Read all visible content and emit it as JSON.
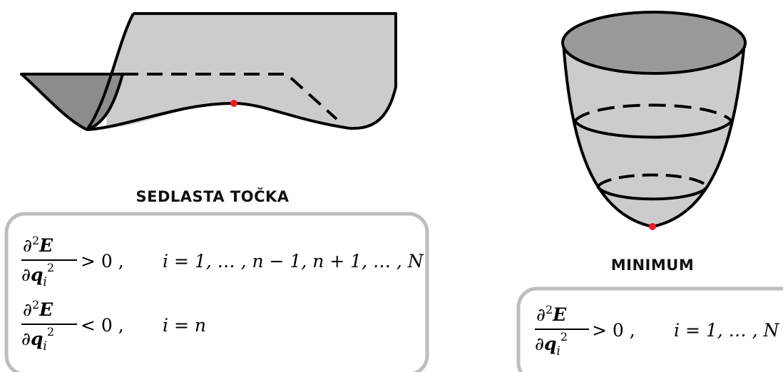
{
  "saddle": {
    "title": "SEDLASTA TOČKA",
    "cond1": {
      "rel": "> 0 ,",
      "index": "i = 1, … , n − 1, n + 1, … , N"
    },
    "cond2": {
      "rel": "< 0 ,",
      "index": "i = n"
    }
  },
  "minimum": {
    "title": "MINIMUM",
    "cond1": {
      "rel": "> 0 ,",
      "index": "i = 1, … , N"
    }
  },
  "derivative": {
    "partial": "∂",
    "exp": "2",
    "energy": "E",
    "coord": "q",
    "sub": "i"
  },
  "colors": {
    "surface": "#cccccc",
    "surface_dark": "#8c8c8c",
    "cup_top": "#999999",
    "stroke": "#000000",
    "point": "#ee1c24",
    "box_border": "#bdbdbd"
  }
}
